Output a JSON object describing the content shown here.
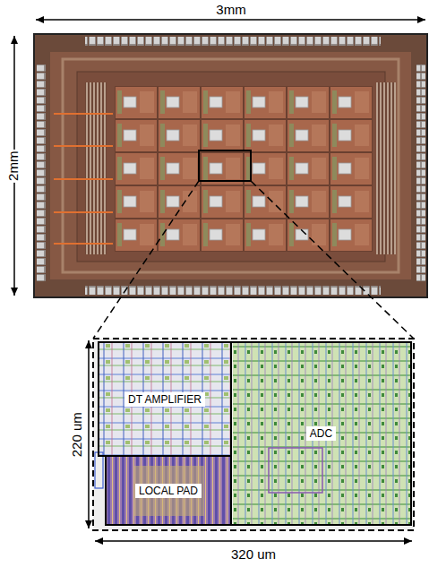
{
  "diagram": {
    "nodes": [
      {
        "text": [
          "DT AMPLIFIER"
        ]
      },
      {
        "text": [
          "ADC"
        ]
      },
      {
        "text": [
          "LOCAL PAD"
        ]
      }
    ],
    "labels": [
      "3mm",
      "2mm",
      "220 um",
      "320 um"
    ]
  }
}
